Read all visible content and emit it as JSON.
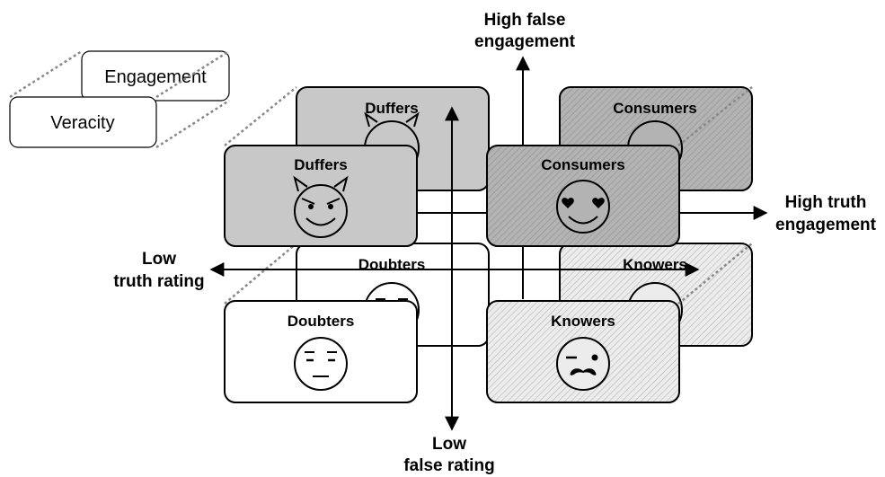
{
  "legend": {
    "back_label": "Engagement",
    "front_label": "Veracity"
  },
  "axes": {
    "top_line1": "High false",
    "top_line2": "engagement",
    "bottom_line1": "Low",
    "bottom_line2": "false rating",
    "left_line1": "Low",
    "left_line2": "truth rating",
    "right_line1": "High truth",
    "right_line2": "engagement"
  },
  "cards": {
    "back_duffers": "Duffers",
    "back_consumers": "Consumers",
    "back_doubters": "Doubters",
    "back_knowers": "Knowers",
    "front_duffers": "Duffers",
    "front_consumers": "Consumers",
    "front_doubters": "Doubters",
    "front_knowers": "Knowers"
  },
  "colors": {
    "duffers_fill": "#c8c8c8",
    "consumers_fill": "#b3b3b3",
    "doubters_fill": "#ffffff",
    "knowers_fill": "#e6e6e6"
  }
}
